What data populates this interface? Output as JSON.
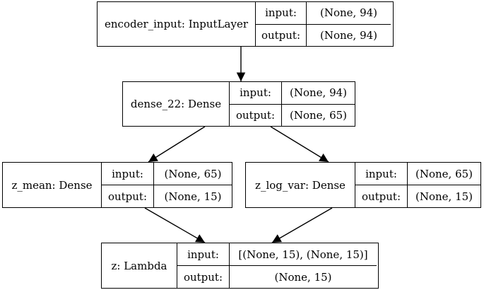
{
  "nodes": [
    {
      "id": "encoder_input",
      "label": "encoder_input: InputLayer",
      "input_key": "input:",
      "input_value": "(None, 94)",
      "output_key": "output:",
      "output_value": "(None, 94)"
    },
    {
      "id": "dense_22",
      "label": "dense_22: Dense",
      "input_key": "input:",
      "input_value": "(None, 94)",
      "output_key": "output:",
      "output_value": "(None, 65)"
    },
    {
      "id": "z_mean",
      "label": "z_mean: Dense",
      "input_key": "input:",
      "input_value": "(None, 65)",
      "output_key": "output:",
      "output_value": "(None, 15)"
    },
    {
      "id": "z_log_var",
      "label": "z_log_var: Dense",
      "input_key": "input:",
      "input_value": "(None, 65)",
      "output_key": "output:",
      "output_value": "(None, 15)"
    },
    {
      "id": "z",
      "label": "z: Lambda",
      "input_key": "input:",
      "input_value": "[(None, 15), (None, 15)]",
      "output_key": "output:",
      "output_value": "(None, 15)"
    }
  ],
  "edges": [
    {
      "from": "encoder_input",
      "to": "dense_22"
    },
    {
      "from": "dense_22",
      "to": "z_mean"
    },
    {
      "from": "dense_22",
      "to": "z_log_var"
    },
    {
      "from": "z_mean",
      "to": "z"
    },
    {
      "from": "z_log_var",
      "to": "z"
    }
  ]
}
